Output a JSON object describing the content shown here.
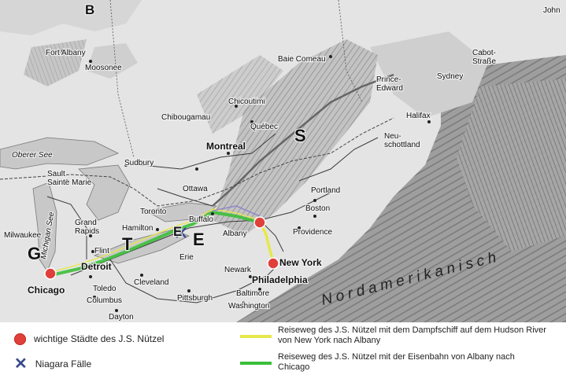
{
  "map": {
    "places": {
      "fort_albany": "Fort Albany",
      "moosonee": "Moosonee",
      "hudson_bay_top": "B",
      "baie_comeau": "Baie Comeau",
      "chicoutimi": "Chicoutimi",
      "quebec": "Québec",
      "chibougamau": "Chibougamau",
      "montreal": "Montreal",
      "ottawa": "Ottawa",
      "sudbury": "Sudbury",
      "sault_ste_marie": "Sault\nSainte Marie",
      "oberer_see": "Oberer See",
      "toronto": "Toronto",
      "hamilton": "Hamilton",
      "buffalo": "Buffalo",
      "albany": "Albany",
      "grand_rapids": "Grand\nRapids",
      "flint": "Flint",
      "detroit": "Detroit",
      "toledo": "Toledo",
      "cleveland": "Cleveland",
      "columbus": "Columbus",
      "pittsburgh": "Pittsburgh",
      "dayton": "Dayton",
      "chicago": "Chicago",
      "milwaukee": "Milwaukee",
      "michigan_see": "Michigan See",
      "erie": "Erie",
      "boston": "Boston",
      "portland": "Portland",
      "providence": "Providence",
      "new_york": "New York",
      "newark": "Newark",
      "philadelphia": "Philadelphia",
      "baltimore": "Baltimore",
      "washington": "Washington",
      "halifax": "Halifax",
      "neuschottland": "Neu-\nschottland",
      "prince_edward": "Prince-\nEdward",
      "sydney": "Sydney",
      "saint_john": "John",
      "cabot_strasse": "Cabot-\nStraße",
      "nordamerikanisch": "Nordamerikanisch",
      "g_letter": "G",
      "t_letter": "T",
      "e_letter": "E",
      "s_letter": "S",
      "lake_e": "E"
    }
  },
  "legend": {
    "cities_label": "wichtige Städte des J.S. Nützel",
    "falls_label": "Niagara Fälle",
    "steamship_label": "Reiseweg des J.S. Nützel mit dem Dampfschiff auf dem Hudson River von New York nach Albany",
    "rail_label": "Reiseweg des J.S. Nützel mit der Eisenbahn von Albany nach Chicago",
    "colors": {
      "city_dot": "#e0403a",
      "steamship_route": "#e6e84a",
      "rail_route": "#3bbf3a",
      "falls_cross": "#3a4a8a"
    }
  }
}
